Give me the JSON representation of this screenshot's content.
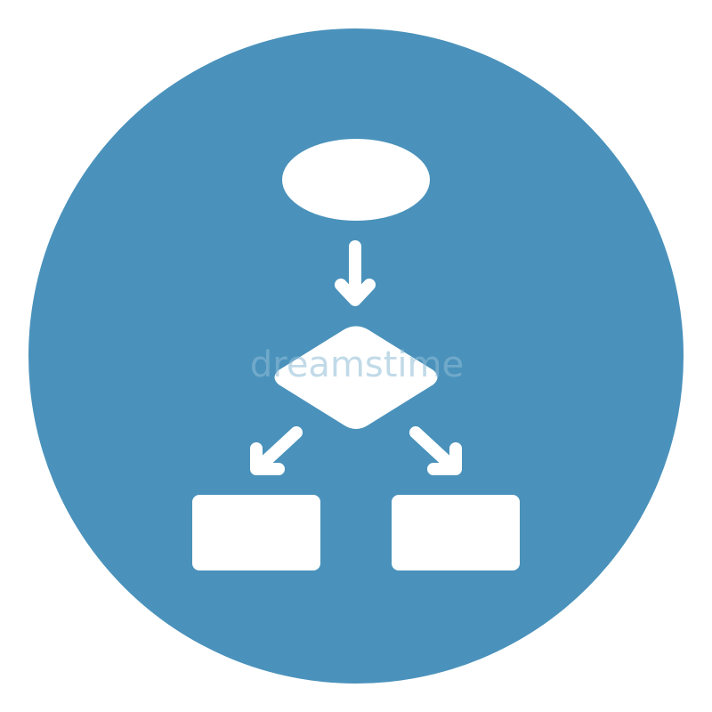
{
  "icon": {
    "name": "flowchart-icon",
    "background_color": "#ffffff",
    "circle_color": "#4a92bb",
    "shape_color": "#ffffff",
    "elements": [
      "start-ellipse",
      "down-arrow",
      "decision-diamond",
      "left-diagonal-arrow",
      "right-diagonal-arrow",
      "left-process-box",
      "right-process-box"
    ]
  },
  "watermark": {
    "text": "dreamstime",
    "color": "#8fbcd7"
  }
}
